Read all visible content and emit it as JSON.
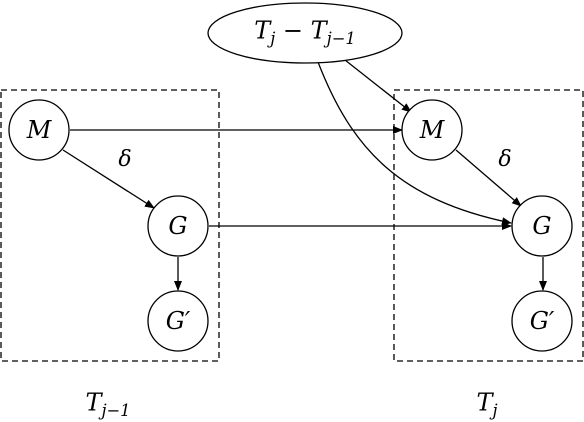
{
  "top_node": {
    "label_main": "T",
    "label_sub": "j",
    "label_minus": " − ",
    "label_main2": "T",
    "label_sub2": "j−1"
  },
  "left_group": {
    "label_main": "T",
    "label_sub": "j−1",
    "node_m": "M",
    "node_g": "G",
    "node_gp": "G′",
    "edge_delta": "δ"
  },
  "right_group": {
    "label_main": "T",
    "label_sub": "j",
    "node_m": "M",
    "node_g": "G",
    "node_gp": "G′",
    "edge_delta": "δ"
  }
}
